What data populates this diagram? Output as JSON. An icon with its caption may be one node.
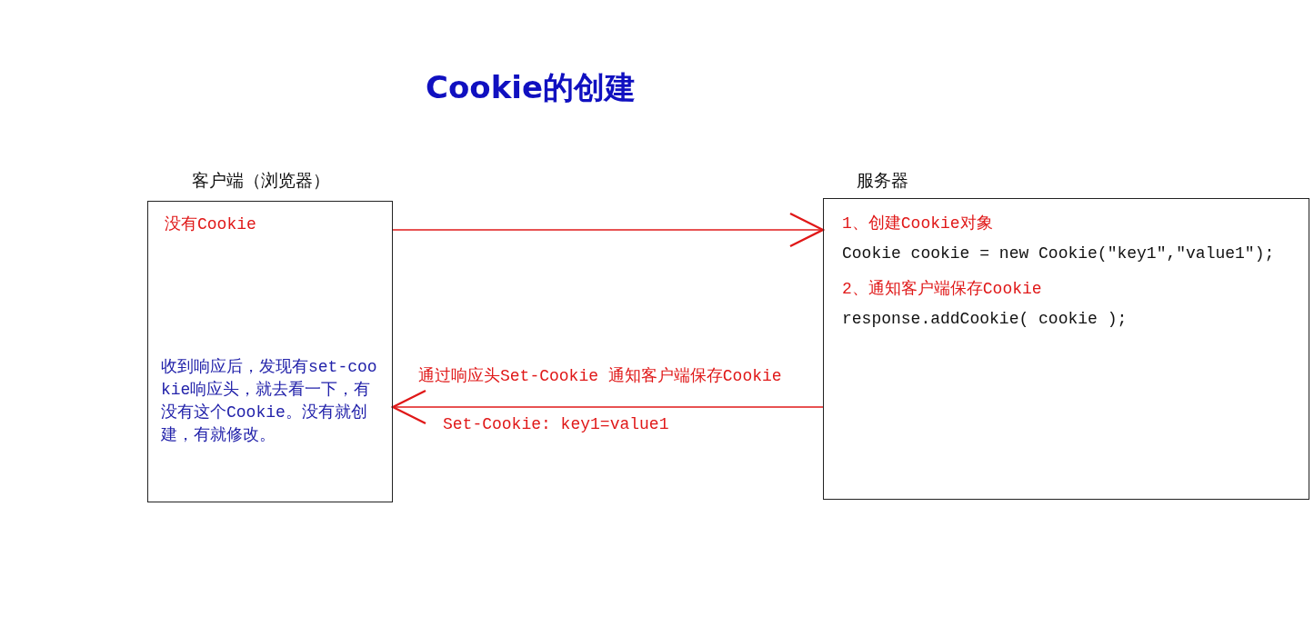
{
  "diagram": {
    "title": "Cookie的创建",
    "nodes": [
      {
        "text": [
          "客户端（浏览器）",
          "没有Cookie",
          "收到响应后，发现有set-cookie响应头，就去看一下，有没有这个Cookie。没有就创建，有就修改。"
        ]
      },
      {
        "text": [
          "服务器",
          "1、创建Cookie对象",
          "Cookie cookie = new Cookie(\"key1\",\"value1\");",
          "2、通知客户端保存Cookie",
          "response.addCookie( cookie );"
        ]
      }
    ],
    "edges": [
      {
        "from": 0,
        "to": 1,
        "arrow": "to"
      },
      {
        "from": 1,
        "to": 0,
        "arrow": "to",
        "label": "通过响应头Set-Cookie 通知客户端保存Cookie"
      }
    ],
    "labels": [
      "Set-Cookie: key1=value1"
    ]
  }
}
